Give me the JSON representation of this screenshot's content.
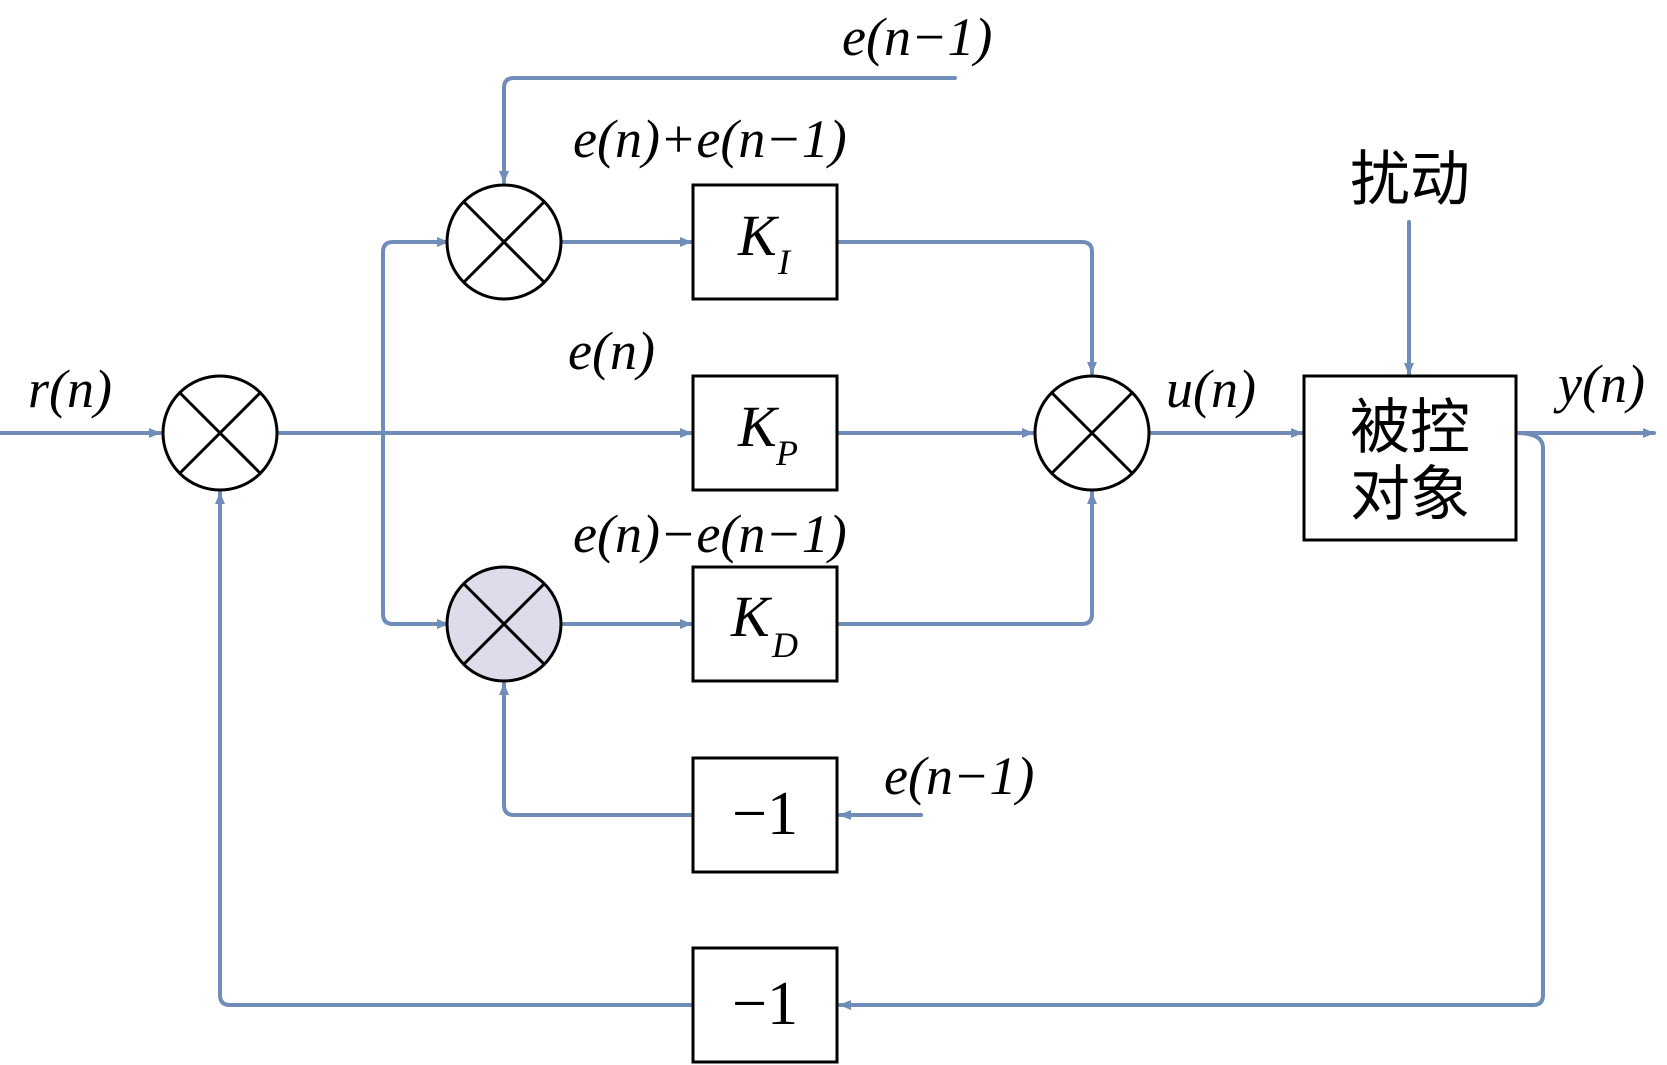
{
  "signals": {
    "r": "r(n)",
    "e_top": "e(n−1)",
    "sum_i": "e(n)+e(n−1)",
    "e": "e(n)",
    "diff_d": "e(n)−e(n−1)",
    "e_bottom": "e(n−1)",
    "u": "u(n)",
    "y": "y(n)",
    "disturbance": "扰动"
  },
  "blocks": {
    "ki": {
      "main": "K",
      "sub": "I"
    },
    "kp": {
      "main": "K",
      "sub": "P"
    },
    "kd": {
      "main": "K",
      "sub": "D"
    },
    "neg_d": "−1",
    "neg_fb": "−1",
    "plant_line1": "被控",
    "plant_line2": "对象"
  },
  "colors": {
    "wire": "#6f8db8",
    "block_stroke": "#000000",
    "shaded_sum": "#dcdcea"
  }
}
